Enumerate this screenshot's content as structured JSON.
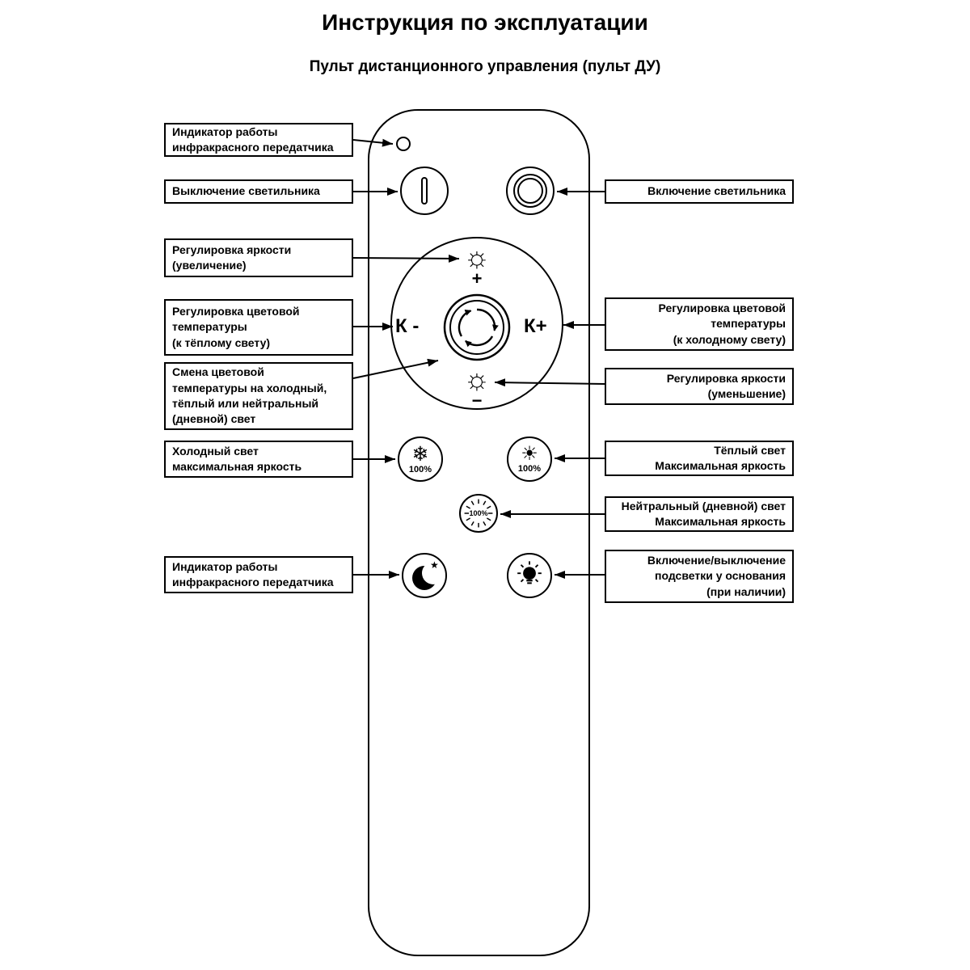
{
  "page": {
    "title": "Инструкция по эксплуатации",
    "subtitle": "Пульт дистанционного управления (пульт ДУ)"
  },
  "remote": {
    "k_minus": "К -",
    "k_plus": "К+",
    "plus": "+",
    "minus": "−",
    "percent": "100%",
    "icons": {
      "brightness_sun": "☼",
      "sun_filled": "☀",
      "snowflake": "❄",
      "star": "★"
    }
  },
  "callouts": {
    "left": [
      {
        "label": "Индикатор работы\nинфракрасного передатчика"
      },
      {
        "label": "Выключение светильника"
      },
      {
        "label": "Регулировка яркости\n(увеличение)"
      },
      {
        "label": "Регулировка цветовой\nтемпературы\n(к тёплому свету)"
      },
      {
        "label": "Смена цветовой\nтемпературы на холодный,\nтёплый или нейтральный\n(дневной) свет"
      },
      {
        "label": "Холодный свет\nмаксимальная яркость"
      },
      {
        "label": "Индикатор работы\nинфракрасного передатчика"
      }
    ],
    "right": [
      {
        "label": "Включение светильника"
      },
      {
        "label": "Регулировка цветовой\nтемпературы\n(к холодному свету)"
      },
      {
        "label": "Регулировка яркости\n(уменьшение)"
      },
      {
        "label": "Тёплый свет\nМаксимальная яркость"
      },
      {
        "label": "Нейтральный (дневной) свет\nМаксимальная яркость"
      },
      {
        "label": "Включение/выключение\nподсветки у основания\n(при наличии)"
      }
    ]
  }
}
